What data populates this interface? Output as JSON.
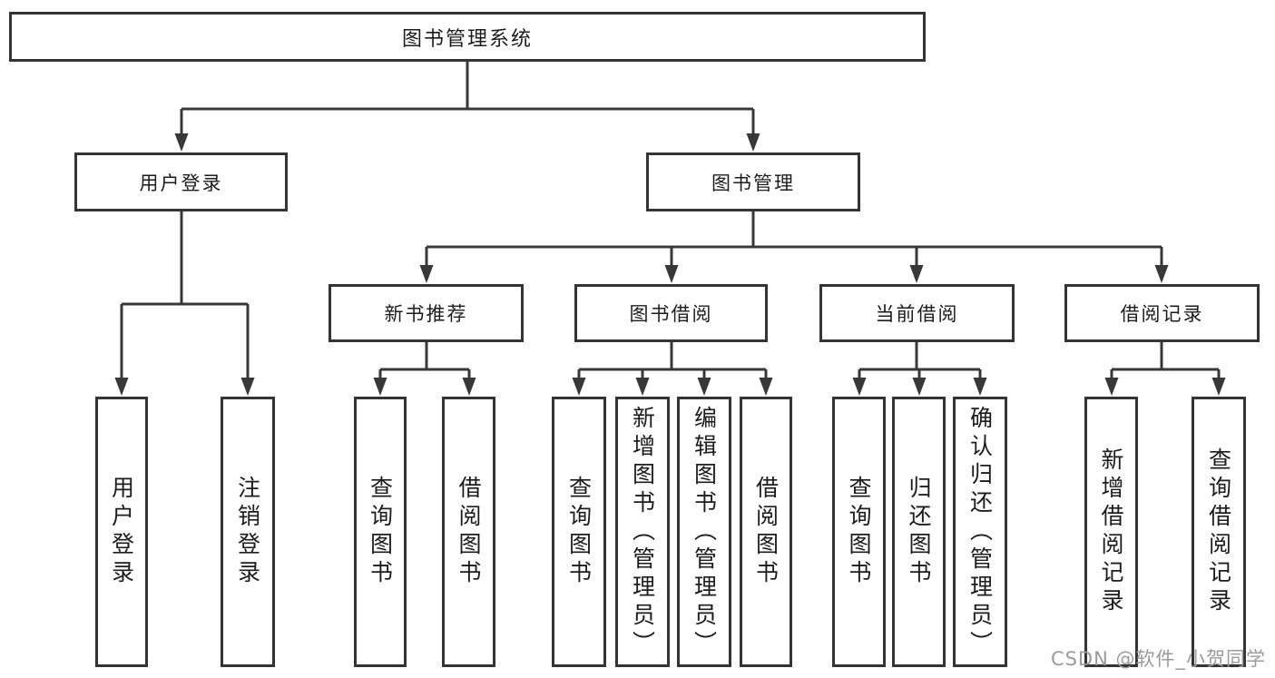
{
  "colors": {
    "line": "#383838",
    "box_border": "#343434",
    "text": "#1c1c1c",
    "watermark": "#9b9b9b",
    "background": "#ffffff"
  },
  "root": {
    "label": "图书管理系统"
  },
  "level2": [
    {
      "label": "用户登录"
    },
    {
      "label": "图书管理"
    }
  ],
  "level3": [
    {
      "label": "新书推荐"
    },
    {
      "label": "图书借阅"
    },
    {
      "label": "当前借阅"
    },
    {
      "label": "借阅记录"
    }
  ],
  "leaves": {
    "login": [
      {
        "label": "用户登录"
      },
      {
        "label": "注销登录"
      }
    ],
    "recommend": [
      {
        "label": "查询图书"
      },
      {
        "label": "借阅图书"
      }
    ],
    "borrow": [
      {
        "label": "查询图书"
      },
      {
        "label": "新增图书（管理员）"
      },
      {
        "label": "编辑图书（管理员）"
      },
      {
        "label": "借阅图书"
      }
    ],
    "current": [
      {
        "label": "查询图书"
      },
      {
        "label": "归还图书"
      },
      {
        "label": "确认归还（管理员）"
      }
    ],
    "records": [
      {
        "label": "新增借阅记录"
      },
      {
        "label": "查询借阅记录"
      }
    ]
  },
  "watermark": {
    "text": "CSDN @软件_小贺同学"
  }
}
